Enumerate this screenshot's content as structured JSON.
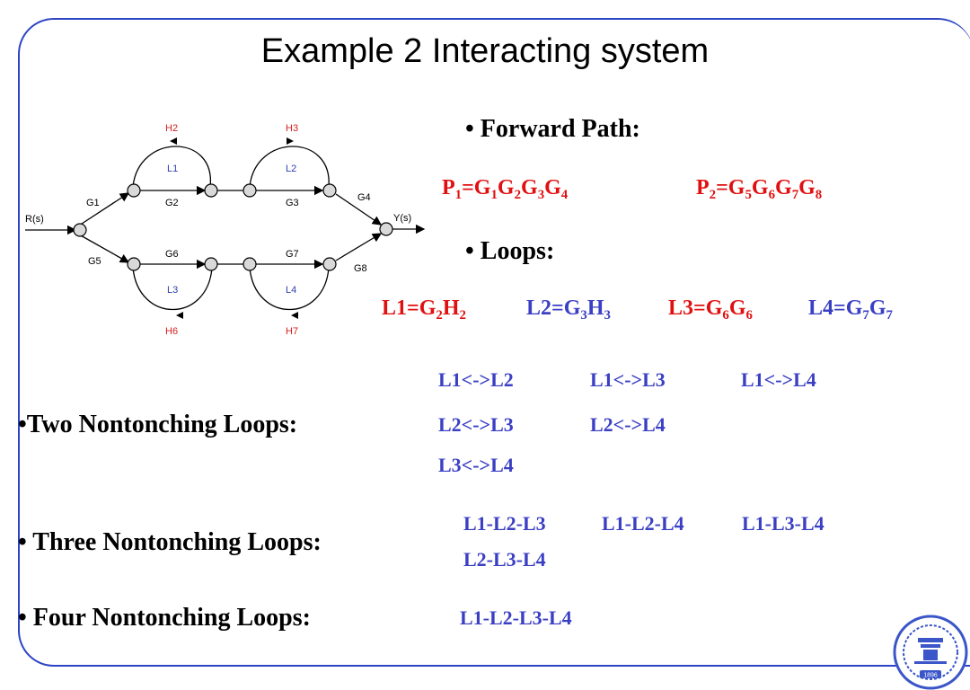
{
  "title": "Example 2  Interacting system",
  "diagram": {
    "input": "R(s)",
    "output": "Y(s)",
    "gains": [
      "G1",
      "G2",
      "G3",
      "G4",
      "G5",
      "G6",
      "G7",
      "G8"
    ],
    "feedback": [
      "H2",
      "H3",
      "H6",
      "H7"
    ],
    "loops": [
      "L1",
      "L2",
      "L3",
      "L4"
    ]
  },
  "forward_path": {
    "heading": "• Forward Path:",
    "p1": {
      "lhs": "P",
      "lhs_sub": "1",
      "parts": [
        [
          "G",
          "1"
        ],
        [
          "G",
          "2"
        ],
        [
          "G",
          "3"
        ],
        [
          "G",
          "4"
        ]
      ]
    },
    "p2": {
      "lhs": "P",
      "lhs_sub": "2",
      "parts": [
        [
          "G",
          "5"
        ],
        [
          "G",
          "6"
        ],
        [
          "G",
          "7"
        ],
        [
          "G",
          "8"
        ]
      ]
    }
  },
  "loops": {
    "heading": "• Loops:",
    "items": [
      {
        "name": "L1",
        "a": "G",
        "as": "2",
        "b": "H",
        "bs": "2"
      },
      {
        "name": "L2",
        "a": "G",
        "as": "3",
        "b": "H",
        "bs": "3"
      },
      {
        "name": "L3",
        "a": "G",
        "as": "6",
        "b": "G",
        "bs": "6"
      },
      {
        "name": "L4",
        "a": "G",
        "as": "7",
        "b": "G",
        "bs": "7"
      }
    ]
  },
  "two_nontouching": {
    "heading": "•Two Nontonching Loops:",
    "rows": [
      [
        "L1<->L2",
        "L1<->L3",
        "L1<->L4"
      ],
      [
        "L2<->L3",
        "L2<->L4"
      ],
      [
        "L3<->L4"
      ]
    ]
  },
  "three_nontouching": {
    "heading": "• Three Nontonching Loops:",
    "rows": [
      [
        "L1-L2-L3",
        "L1-L2-L4",
        "L1-L3-L4"
      ],
      [
        "L2-L3-L4"
      ]
    ]
  },
  "four_nontouching": {
    "heading": "• Four Nontonching Loops:",
    "rows": [
      [
        "L1-L2-L3-L4"
      ]
    ]
  },
  "logo": {
    "text": "1896"
  },
  "colors": {
    "border": "#2d44c4",
    "red": "#e01010",
    "blue": "#3a3fc4",
    "diagram_blue": "#2f3fb0",
    "diagram_red": "#d42020"
  }
}
